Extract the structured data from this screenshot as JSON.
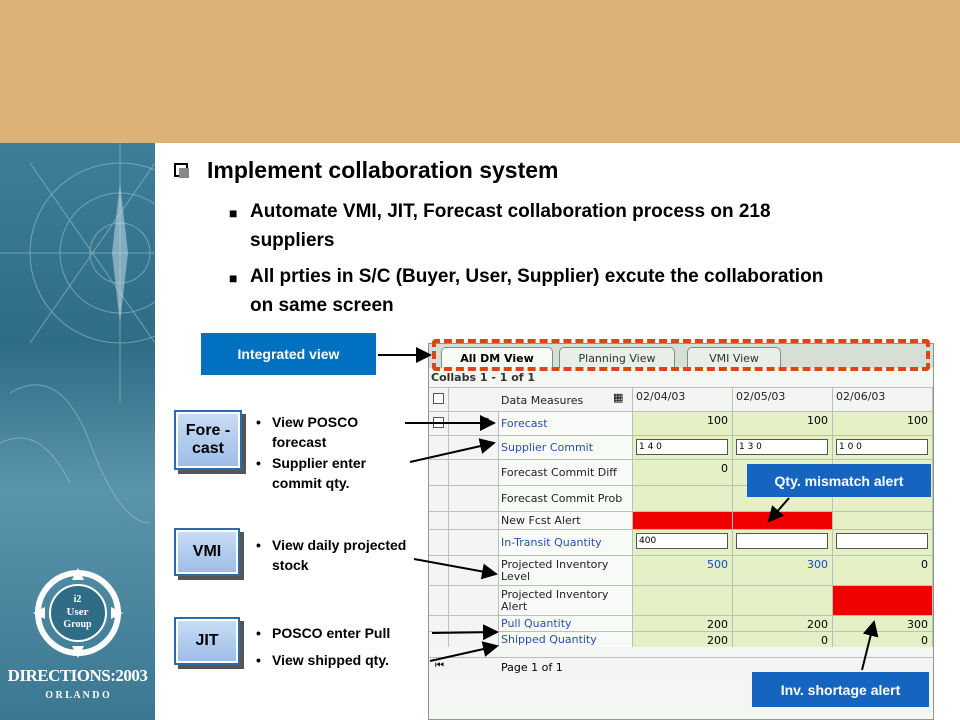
{
  "slide": {
    "title": "Implement collaboration system",
    "points": [
      "Automate VMI, JIT, Forecast collaboration process on 218 suppliers",
      "All prties in S/C (Buyer, User, Supplier) excute the collaboration on same screen"
    ]
  },
  "logo": {
    "line1": "i2",
    "line2": "User",
    "line3": "Group",
    "event": "DIRECTIONS:2003",
    "city": "O R L A N D O"
  },
  "labels": {
    "integrated_view": "Integrated view",
    "qty_alert": "Qty. mismatch alert",
    "inv_alert": "Inv. shortage alert"
  },
  "buttons": {
    "forecast": "Fore -cast",
    "vmi": "VMI",
    "jit": "JIT"
  },
  "notes": {
    "forecast_1": "View POSCO forecast",
    "forecast_2": "Supplier enter commit qty.",
    "vmi_1": "View daily projected stock",
    "jit_1": "POSCO enter Pull",
    "jit_2": "View shipped qty."
  },
  "screen": {
    "tabs": [
      "All DM View",
      "Planning View",
      "VMI View"
    ],
    "collabs": "Collabs 1 - 1 of 1",
    "header": {
      "measures": "Data Measures",
      "dates": [
        "02/04/03",
        "02/05/03",
        "02/06/03"
      ]
    },
    "rows": [
      {
        "label": "Forecast",
        "link": true,
        "values": [
          "100",
          "100",
          "100"
        ]
      },
      {
        "label": "Supplier Commit",
        "link": true,
        "inputs": [
          "1 4 0",
          "1 3 0",
          "1 0 0"
        ]
      },
      {
        "label": "Forecast Commit Diff",
        "link": false,
        "values": [
          "0",
          "",
          ""
        ]
      },
      {
        "label": "Forecast Commit Prob",
        "link": false,
        "values": [
          "",
          "",
          ""
        ]
      },
      {
        "label": "New Fcst Alert",
        "link": false,
        "values": [
          "",
          "",
          ""
        ],
        "red": [
          true,
          true,
          false
        ]
      },
      {
        "label": "In-Transit Quantity",
        "link": true,
        "inputs": [
          "400",
          "",
          ""
        ]
      },
      {
        "label": "Projected Inventory Level",
        "link": false,
        "values": [
          "500",
          "300",
          "0"
        ],
        "blue": [
          true,
          true,
          false
        ]
      },
      {
        "label": "Projected Inventory Alert",
        "link": false,
        "values": [
          "",
          "",
          ""
        ],
        "red": [
          false,
          false,
          true
        ]
      },
      {
        "label": "Pull Quantity",
        "link": true,
        "values": [
          "200",
          "200",
          "300"
        ]
      },
      {
        "label": "Shipped Quantity",
        "link": true,
        "values": [
          "200",
          "0",
          "0"
        ]
      }
    ],
    "footer": "Page 1 of 1"
  }
}
